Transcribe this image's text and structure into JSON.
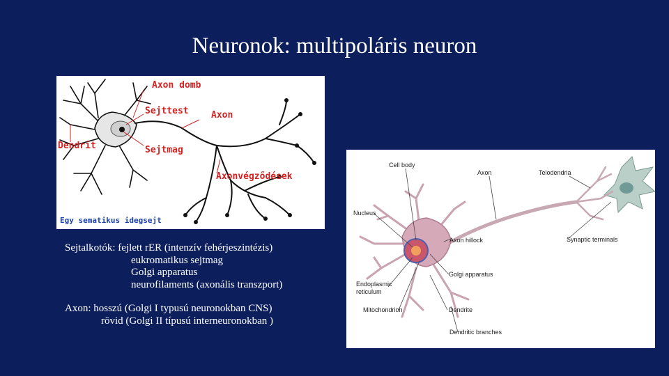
{
  "slide": {
    "title": "Neuronok: multipoláris neuron"
  },
  "left_diagram": {
    "labels": {
      "axon_domb": "Axon domb",
      "sejttest": "Sejttest",
      "axon": "Axon",
      "dendrit": "Dendrit",
      "sejtmag": "Sejtmag",
      "axonvegzodesek": "Axonvégződések",
      "caption": "Egy sematikus idegsejt"
    },
    "colors": {
      "label": "#d22222",
      "caption": "#1a3fa8"
    }
  },
  "right_diagram": {
    "labels": {
      "cell_body": "Cell body",
      "axon": "Axon",
      "telodendria": "Telodendria",
      "nucleus": "Nucleus",
      "axon_hillock": "Axon hillock",
      "synaptic_terminals": "Synaptic terminals",
      "golgi_apparatus": "Golgi apparatus",
      "er_line1": "Endoplasmic",
      "er_line2": "reticulum",
      "mitochondrion": "Mitochondrion",
      "dendrite": "Dendrite",
      "dendritic_branches": "Dendritic branches"
    }
  },
  "text_block": {
    "line1": "Sejtalkotók: fejlett rER (intenzív fehérjeszintézis)",
    "line2": "eukromatikus sejtmag",
    "line3": "Golgi apparatus",
    "line4": "neurofilaments (axonális transzport)",
    "line5": "Axon: hosszú (Golgi I typusú neuronokban CNS)",
    "line6": "rövid (Golgi II típusú interneuronokban )"
  }
}
